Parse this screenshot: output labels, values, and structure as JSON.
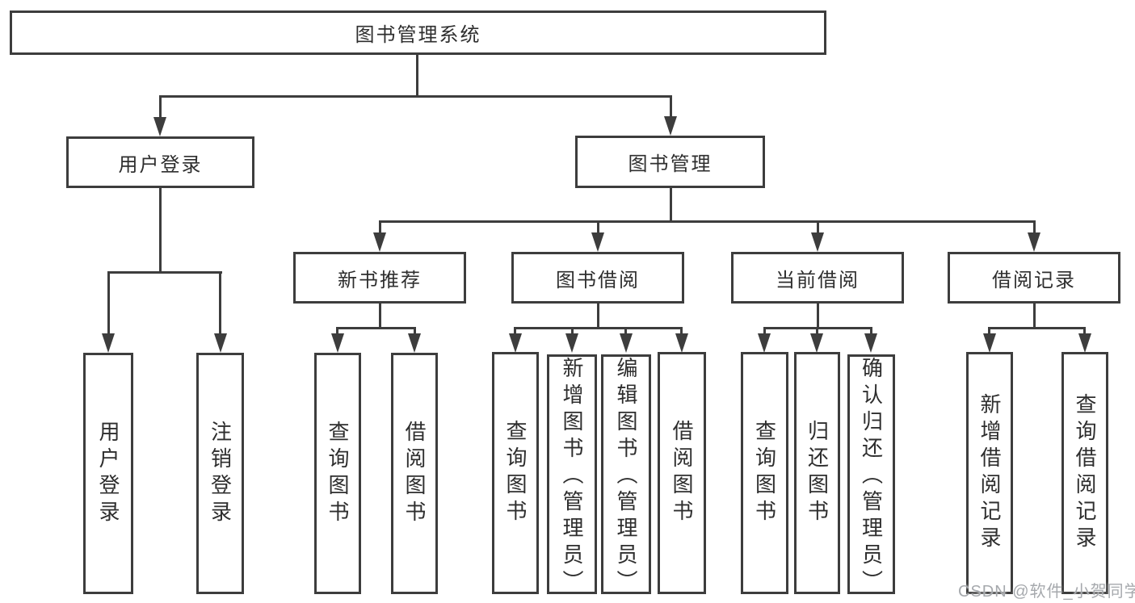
{
  "nodes": {
    "root": "图书管理系统",
    "user_login": "用户登录",
    "book_mgmt": "图书管理",
    "new_book_rec": "新书推荐",
    "book_borrow": "图书借阅",
    "current_borrow": "当前借阅",
    "borrow_record": "借阅记录",
    "leaf_user_login": "用户登录",
    "leaf_logout": "注销登录",
    "leaf_query_book_rec": "查询图书",
    "leaf_borrow_book_rec": "借阅图书",
    "leaf_query_book_borrow": "查询图书",
    "leaf_add_book_admin": "新增图书（管理员）",
    "leaf_edit_book_admin": "编辑图书（管理员）",
    "leaf_borrow_book_borrow": "借阅图书",
    "leaf_query_book_current": "查询图书",
    "leaf_return_book": "归还图书",
    "leaf_confirm_return_admin": "确认归还（管理员）",
    "leaf_add_borrow_record": "新增借阅记录",
    "leaf_query_borrow_record": "查询借阅记录"
  },
  "hierarchy": {
    "图书管理系统": {
      "用户登录": [
        "用户登录",
        "注销登录"
      ],
      "图书管理": {
        "新书推荐": [
          "查询图书",
          "借阅图书"
        ],
        "图书借阅": [
          "查询图书",
          "新增图书（管理员）",
          "编辑图书（管理员）",
          "借阅图书"
        ],
        "当前借阅": [
          "查询图书",
          "归还图书",
          "确认归还（管理员）"
        ],
        "借阅记录": [
          "新增借阅记录",
          "查询借阅记录"
        ]
      }
    }
  },
  "watermark": {
    "text": "CSDN @软件_小贺同学"
  },
  "colors": {
    "line": "#3d3d3d",
    "text": "#2e2e2e",
    "box_background": "#ffffff",
    "page_background": "#ffffff",
    "watermark": "#a6a9ad"
  }
}
